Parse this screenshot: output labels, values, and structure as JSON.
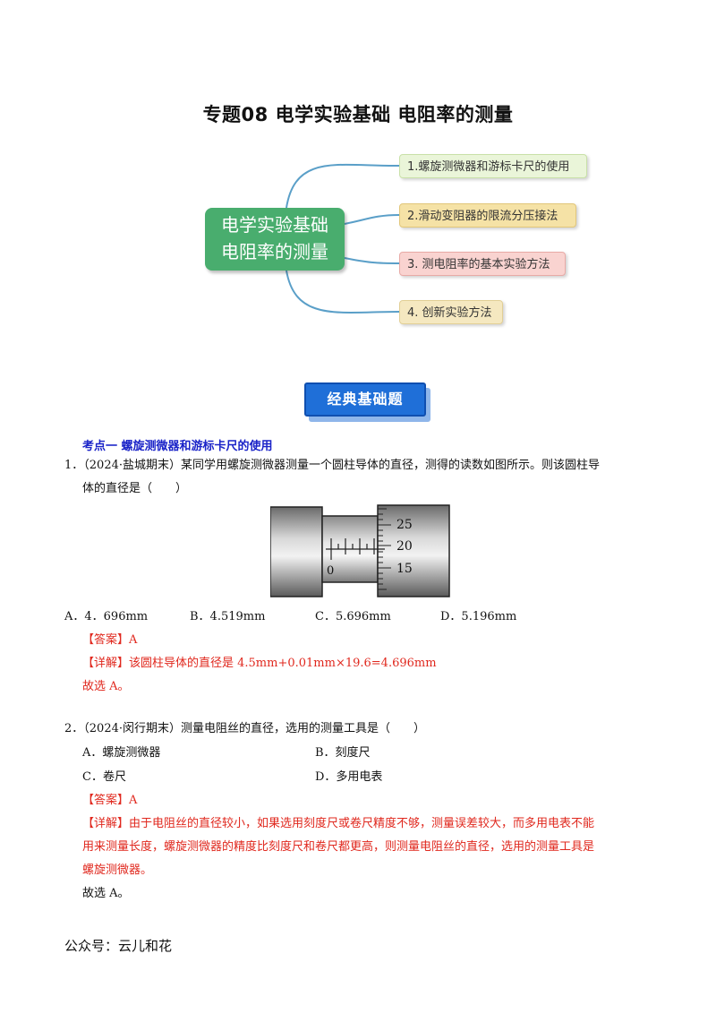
{
  "title": "专题08  电学实验基础  电阻率的测量",
  "mindmap": {
    "center_line1": "电学实验基础",
    "center_line2": "电阻率的测量",
    "branches": [
      "1.螺旋测微器和游标卡尺的使用",
      "2.滑动变阻器的限流分压接法",
      "3. 测电阻率的基本实验方法",
      "4. 创新实验方法"
    ]
  },
  "badge": "经典基础题",
  "section": "考点一  螺旋测微器和游标卡尺的使用",
  "q1": {
    "line1": "1．（2024·盐城期末）某同学用螺旋测微器测量一个圆柱导体的直径，测得的读数如图所示。则该圆柱导",
    "line2": "体的直径是（　　）",
    "figure": {
      "scale_labels": [
        "25",
        "20",
        "15"
      ],
      "zero_label": "0"
    },
    "options": [
      "A．4．696mm",
      "B．4.519mm",
      "C．5.696mm",
      "D．5.196mm"
    ],
    "answer": "【答案】A",
    "detail": "【详解】该圆柱导体的直径是 4.5mm+0.01mm×19.6=4.696mm",
    "conclusion": "故选 A。"
  },
  "q2": {
    "line1": "2．（2024·闵行期末）测量电阻丝的直径，选用的测量工具是（　　）",
    "options": [
      "A．螺旋测微器",
      "B．刻度尺",
      "C．卷尺",
      "D．多用电表"
    ],
    "answer": "【答案】A",
    "detail_line1": "【详解】由于电阻丝的直径较小，如果选用刻度尺或卷尺精度不够，测量误差较大，而多用电表不能",
    "detail_line2": "用来测量长度，螺旋测微器的精度比刻度尺和卷尺都更高，则测量电阻丝的直径，选用的测量工具是",
    "detail_line3": "螺旋测微器。",
    "conclusion": "故选 A。"
  },
  "footer": "公众号：云儿和花"
}
